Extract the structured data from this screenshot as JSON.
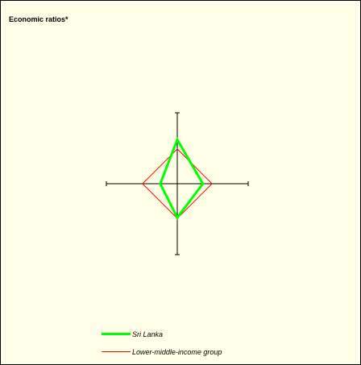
{
  "title": "Economic ratios*",
  "chart_data": {
    "type": "radar",
    "title": "Economic ratios*",
    "axes": [
      "top",
      "right",
      "bottom",
      "left"
    ],
    "range": [
      0,
      1
    ],
    "grid": false,
    "legend_position": "bottom-left",
    "series": [
      {
        "name": "Sri Lanka",
        "color": "#00ff00",
        "values": [
          0.62,
          0.36,
          0.48,
          0.24
        ]
      },
      {
        "name": "Lower-middle-income group",
        "color": "#ff0000",
        "values": [
          0.49,
          0.49,
          0.49,
          0.49
        ]
      }
    ]
  }
}
